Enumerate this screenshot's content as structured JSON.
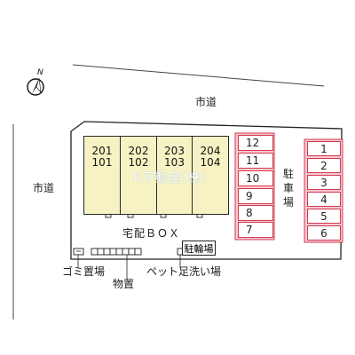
{
  "labels": {
    "road_top": "市道",
    "road_left": "市道",
    "parking_lines": [
      "駐",
      "車",
      "場"
    ],
    "delivery_box": "宅配ＢＯＸ",
    "bike_parking": "駐輪場",
    "trash": "ゴミ置場",
    "storage": "物置",
    "pet_wash": "ペット足洗い場",
    "compass_n": "N"
  },
  "units": [
    {
      "top": "201",
      "bottom": "101"
    },
    {
      "top": "202",
      "bottom": "102"
    },
    {
      "top": "203",
      "bottom": "103"
    },
    {
      "top": "204",
      "bottom": "104"
    }
  ],
  "parking_left": [
    "12",
    "11",
    "10",
    "9",
    "8",
    "7"
  ],
  "parking_right": [
    "1",
    "2",
    "3",
    "4",
    "5",
    "6"
  ],
  "watermark": "K不動産(株)",
  "colors": {
    "unit_fill": "#f7f2c4",
    "parking_fill": "#f7c8d0",
    "parking_border": "#d23a52",
    "lot_outline": "#222222"
  }
}
